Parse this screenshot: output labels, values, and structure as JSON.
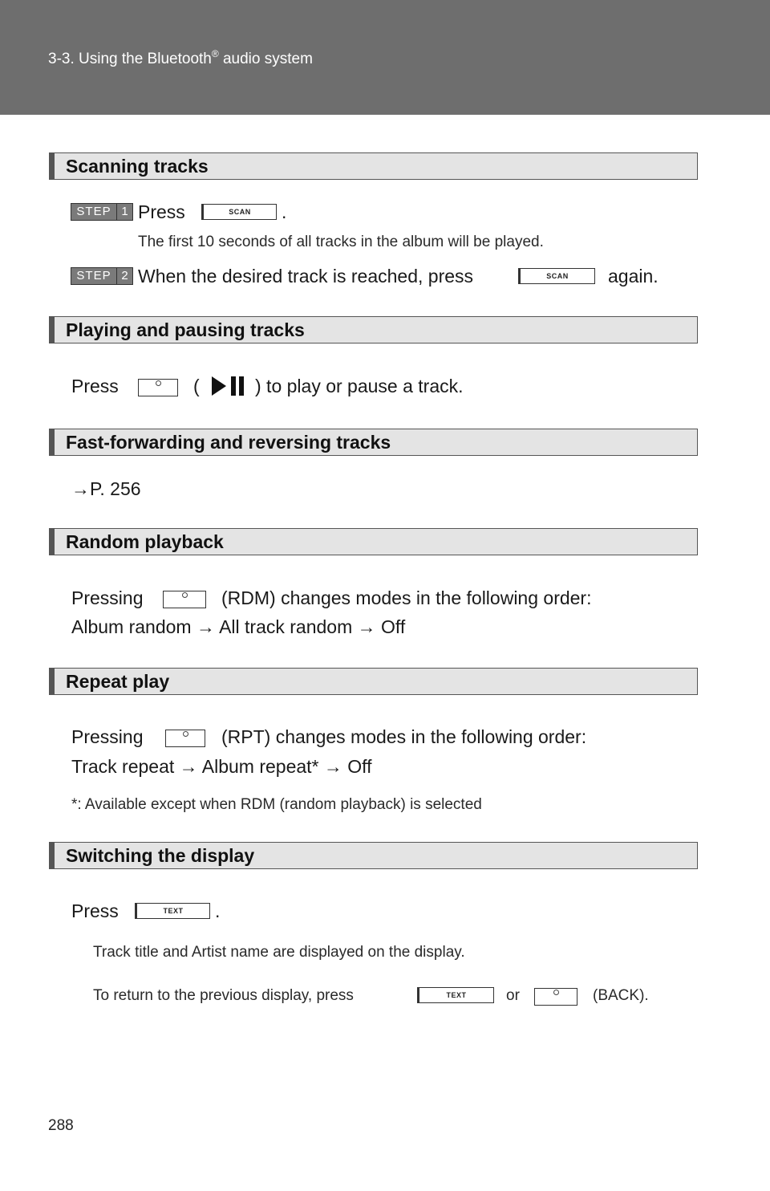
{
  "header": {
    "section": "3-3. Using the Bluetooth",
    "registered": "®",
    "suffix": " audio system"
  },
  "sections": {
    "scanning": {
      "title": "Scanning tracks",
      "step1": {
        "badge": "STEP",
        "num": "1",
        "text_before": "Press",
        "button": "SCAN",
        "text_after": ".",
        "note": "The first 10 seconds of all tracks in the album will be played."
      },
      "step2": {
        "badge": "STEP",
        "num": "2",
        "text_before": "When the desired track is reached, press",
        "button": "SCAN",
        "text_after": "again."
      }
    },
    "playpause": {
      "title": "Playing and pausing tracks",
      "text_before": "Press",
      "paren_open": "(",
      "text_after": ") to play or pause a track.",
      "icon": "play-pause-icon"
    },
    "fastforward": {
      "title": "Fast-forwarding and reversing tracks",
      "ref": "→P. 256"
    },
    "random": {
      "title": "Random playback",
      "line1_before": "Pressing",
      "line1_after": "(RDM) changes modes in the following order:",
      "line2": "Album random → All track random → Off"
    },
    "repeat": {
      "title": "Repeat play",
      "line1_before": "Pressing",
      "line1_after": "(RPT) changes modes in the following order:",
      "line2": "Track repeat → Album repeat* → Off",
      "footnote": "*:  Available except when RDM (random playback) is selected"
    },
    "display": {
      "title": "Switching the display",
      "line1_before": "Press",
      "button": "TEXT",
      "line1_after": ".",
      "note1": "Track title and Artist name are displayed on the display.",
      "note2_before": "To return to the previous display, press",
      "note2_button": "TEXT",
      "note2_mid": "or",
      "note2_after": "(BACK)."
    }
  },
  "page_number": "288"
}
